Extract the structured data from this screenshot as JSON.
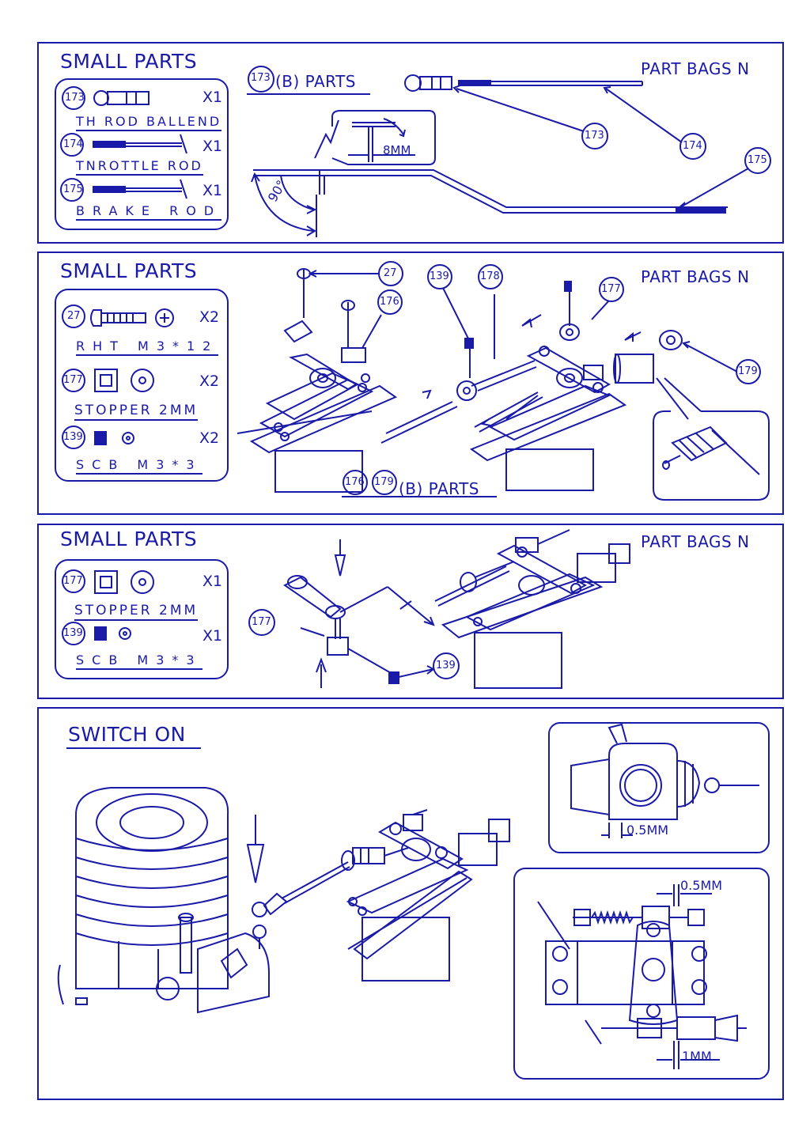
{
  "colors": {
    "ink": "#1a1aa8",
    "background": "#ffffff"
  },
  "panel1": {
    "small_parts_title": "SMALL PARTS",
    "part_bags": "PART BAGS N",
    "b_parts_num": "173",
    "b_parts_label": "(B) PARTS",
    "items": [
      {
        "num": "173",
        "qty": "X1",
        "label": "TH ROD BALLEND"
      },
      {
        "num": "174",
        "qty": "X1",
        "label": "TNROTTLE ROD"
      },
      {
        "num": "175",
        "qty": "X1",
        "label": "BRAKE ROD"
      }
    ],
    "dimension": "8MM",
    "angle": "90°",
    "callouts": [
      "173",
      "174",
      "175"
    ]
  },
  "panel2": {
    "small_parts_title": "SMALL PARTS",
    "part_bags": "PART BAGS N",
    "items": [
      {
        "num": "27",
        "qty": "X2",
        "label": "RHT M3*12"
      },
      {
        "num": "177",
        "qty": "X2",
        "label": "STOPPER 2MM"
      },
      {
        "num": "139",
        "qty": "X2",
        "label": "SCB M3*3"
      }
    ],
    "b_parts_nums": [
      "176",
      "179"
    ],
    "b_parts_label": "(B) PARTS",
    "callouts": [
      "27",
      "176",
      "139",
      "178",
      "177",
      "179"
    ]
  },
  "panel3": {
    "small_parts_title": "SMALL PARTS",
    "part_bags": "PART BAGS N",
    "items": [
      {
        "num": "177",
        "qty": "X1",
        "label": "STOPPER 2MM"
      },
      {
        "num": "139",
        "qty": "X1",
        "label": "SCB M3*3"
      }
    ],
    "callouts": [
      "177",
      "139"
    ]
  },
  "panel4": {
    "title": "SWITCH ON",
    "dim_carb": "0.5MM",
    "dim_top": "0.5MM",
    "dim_bottom": "1MM"
  }
}
